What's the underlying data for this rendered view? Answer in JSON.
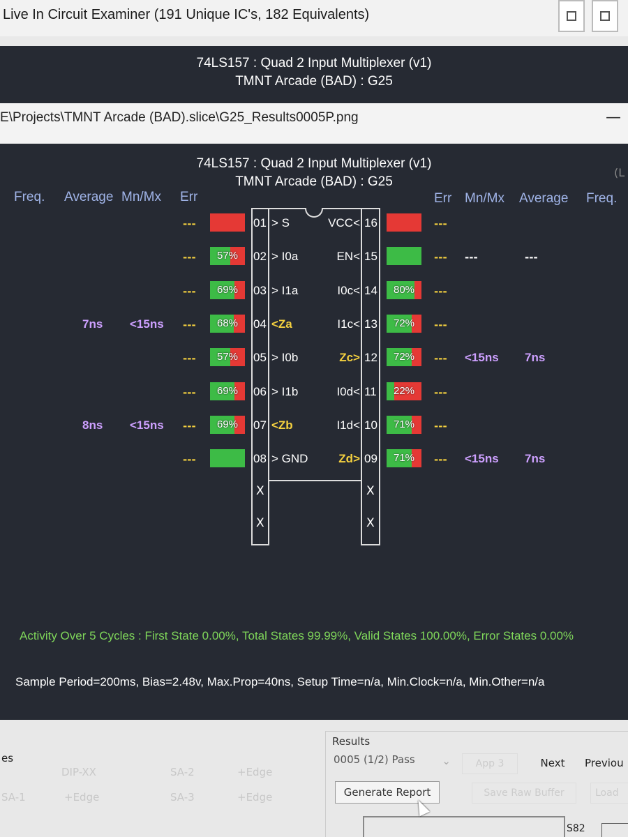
{
  "window": {
    "title": "Live In Circuit Examiner (191 Unique IC's, 182 Equivalents)"
  },
  "header": {
    "line1": "74LS157  :  Quad 2 Input Multiplexer (v1)",
    "line2": "TMNT Arcade (BAD) : G25"
  },
  "path": {
    "text": "E\\Projects\\TMNT Arcade (BAD).slice\\G25_Results0005P.png",
    "minimize_glyph": "—"
  },
  "panel": {
    "title_line1": "74LS157  :  Quad 2 Input Multiplexer (v1)",
    "title_line2": "TMNT Arcade (BAD) : G25",
    "corner": "(L",
    "headers_left": {
      "freq": "Freq.",
      "average": "Average",
      "mnmx": "Mn/Mx",
      "err": "Err"
    },
    "headers_right": {
      "err": "Err",
      "mnmx": "Mn/Mx",
      "average": "Average",
      "freq": "Freq."
    },
    "x_mark": "X",
    "left_pins": [
      {
        "num": "01",
        "name": "> S",
        "yellow": false,
        "bar_pct": 0,
        "bar_text": "",
        "err": "---",
        "mnmx": "",
        "avg": ""
      },
      {
        "num": "02",
        "name": "> I0a",
        "yellow": false,
        "bar_pct": 57,
        "bar_text": "57%",
        "err": "---",
        "mnmx": "",
        "avg": ""
      },
      {
        "num": "03",
        "name": "> I1a",
        "yellow": false,
        "bar_pct": 69,
        "bar_text": "69%",
        "err": "---",
        "mnmx": "",
        "avg": ""
      },
      {
        "num": "04",
        "name": "<Za",
        "yellow": true,
        "bar_pct": 68,
        "bar_text": "68%",
        "err": "---",
        "mnmx": "<15ns",
        "avg": "7ns"
      },
      {
        "num": "05",
        "name": "> I0b",
        "yellow": false,
        "bar_pct": 57,
        "bar_text": "57%",
        "err": "---",
        "mnmx": "",
        "avg": ""
      },
      {
        "num": "06",
        "name": "> I1b",
        "yellow": false,
        "bar_pct": 69,
        "bar_text": "69%",
        "err": "---",
        "mnmx": "",
        "avg": ""
      },
      {
        "num": "07",
        "name": "<Zb",
        "yellow": true,
        "bar_pct": 69,
        "bar_text": "69%",
        "err": "---",
        "mnmx": "<15ns",
        "avg": "8ns"
      },
      {
        "num": "08",
        "name": "> GND",
        "yellow": false,
        "bar_pct": 100,
        "bar_text": "",
        "err": "---",
        "mnmx": "",
        "avg": ""
      }
    ],
    "right_pins": [
      {
        "num": "16",
        "name": "VCC<",
        "yellow": false,
        "bar_pct": 0,
        "bar_text": "",
        "err": "---",
        "mnmx": "",
        "avg": ""
      },
      {
        "num": "15",
        "name": "EN<",
        "yellow": false,
        "bar_pct": 100,
        "bar_text": "",
        "err": "---",
        "mnmx": "---",
        "avg": "---"
      },
      {
        "num": "14",
        "name": "I0c<",
        "yellow": false,
        "bar_pct": 80,
        "bar_text": "80%",
        "err": "---",
        "mnmx": "",
        "avg": ""
      },
      {
        "num": "13",
        "name": "I1c<",
        "yellow": false,
        "bar_pct": 72,
        "bar_text": "72%",
        "err": "---",
        "mnmx": "",
        "avg": ""
      },
      {
        "num": "12",
        "name": "Zc>",
        "yellow": true,
        "bar_pct": 72,
        "bar_text": "72%",
        "err": "---",
        "mnmx": "<15ns",
        "avg": "7ns"
      },
      {
        "num": "11",
        "name": "I0d<",
        "yellow": false,
        "bar_pct": 22,
        "bar_text": "22%",
        "err": "---",
        "mnmx": "",
        "avg": ""
      },
      {
        "num": "10",
        "name": "I1d<",
        "yellow": false,
        "bar_pct": 71,
        "bar_text": "71%",
        "err": "---",
        "mnmx": "",
        "avg": ""
      },
      {
        "num": "09",
        "name": "Zd>",
        "yellow": true,
        "bar_pct": 71,
        "bar_text": "71%",
        "err": "---",
        "mnmx": "<15ns",
        "avg": "7ns"
      }
    ],
    "activity": "Activity Over 5 Cycles  :  First State 0.00%,  Total States 99.99%,  Valid States 100.00%,  Error States 0.00%",
    "sample": "Sample Period=200ms,  Bias=2.48v,  Max.Prop=40ns,  Setup Time=n/a,  Min.Clock=n/a,  Min.Other=n/a"
  },
  "bottom": {
    "es_label": "es",
    "ghost_buttons": [
      "DIP-XX",
      "SA-2",
      "+Edge",
      "SA-1",
      "+Edge",
      "SA-3",
      "+Edge"
    ],
    "results_label": "Results",
    "results_value": "0005 (1/2) Pass",
    "app_label": "App 3",
    "next_label": "Next",
    "prev_label": "Previou",
    "generate_label": "Generate Report",
    "save_label": "Save Raw Buffer",
    "load_label": "Load",
    "status_right": "S82"
  },
  "colors": {
    "pass_green": "#3dbb46",
    "fail_red": "#e53935",
    "output_yellow": "#f4d03f",
    "timing_violet": "#cda0ff",
    "activity_green": "#7fd65a"
  }
}
